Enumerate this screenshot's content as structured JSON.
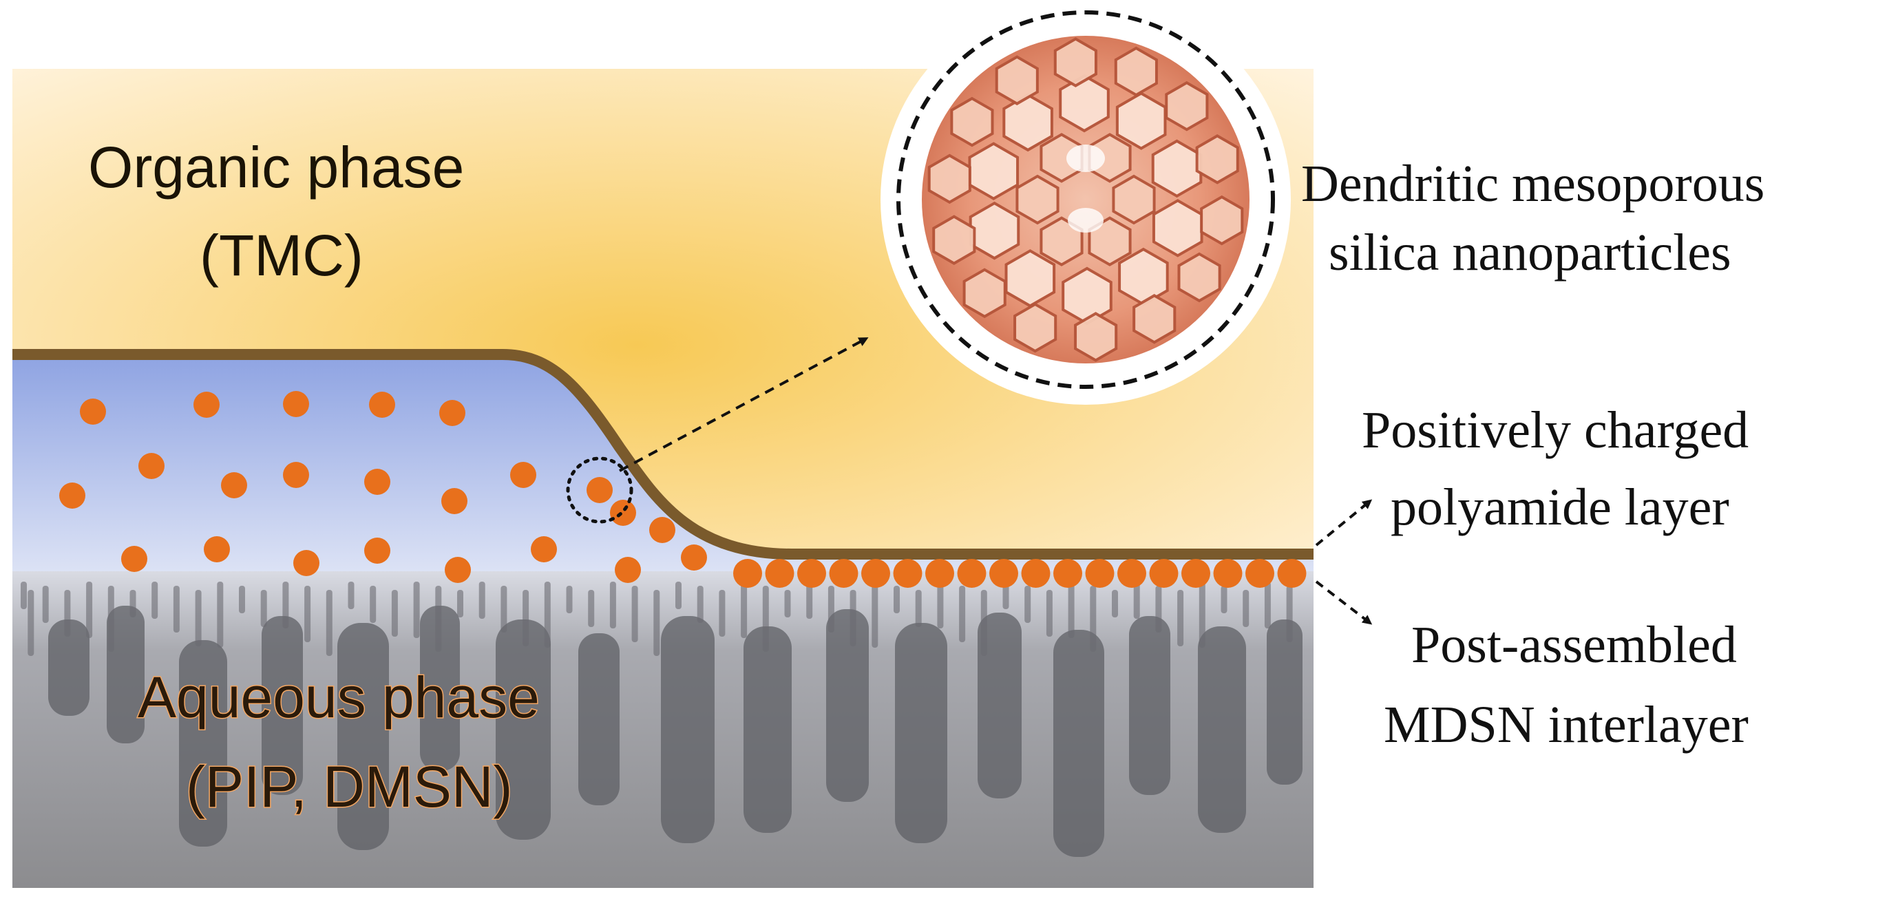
{
  "labels": {
    "organic_line1": "Organic phase",
    "organic_line2": "(TMC)",
    "aqueous_line1": "Aqueous phase",
    "aqueous_line2": "(PIP, DMSN)",
    "dmsn_line1": "Dendritic mesoporous",
    "dmsn_line2": "silica nanoparticles",
    "pa_line1": "Positively charged",
    "pa_line2": "polyamide layer",
    "mdsn_line1": "Post-assembled",
    "mdsn_line2": "MDSN interlayer"
  },
  "colors": {
    "organic_phase": "#f7cc62",
    "aqueous_phase": "#9fb0e3",
    "polyamide_layer": "#7a5a2c",
    "nanoparticle": "#e8701c",
    "silica_particle": "#e79a7c",
    "substrate": "#9a9a9a"
  }
}
